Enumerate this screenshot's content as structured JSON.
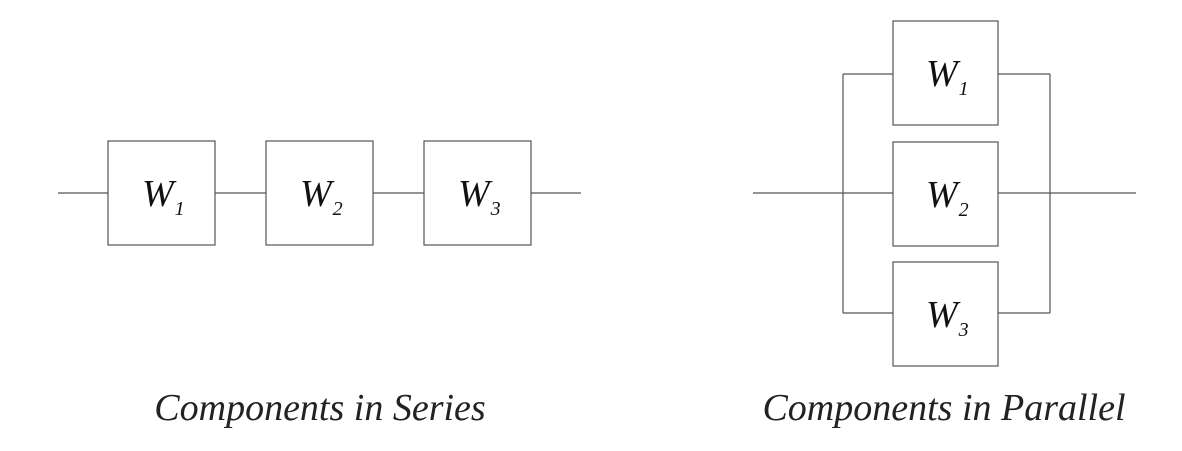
{
  "series": {
    "caption": "Components in Series",
    "components": [
      {
        "symbol": "W",
        "subscript": "1"
      },
      {
        "symbol": "W",
        "subscript": "2"
      },
      {
        "symbol": "W",
        "subscript": "3"
      }
    ]
  },
  "parallel": {
    "caption": "Components in Parallel",
    "components": [
      {
        "symbol": "W",
        "subscript": "1"
      },
      {
        "symbol": "W",
        "subscript": "2"
      },
      {
        "symbol": "W",
        "subscript": "3"
      }
    ]
  },
  "colors": {
    "line": "#555555",
    "text": "#111111"
  }
}
